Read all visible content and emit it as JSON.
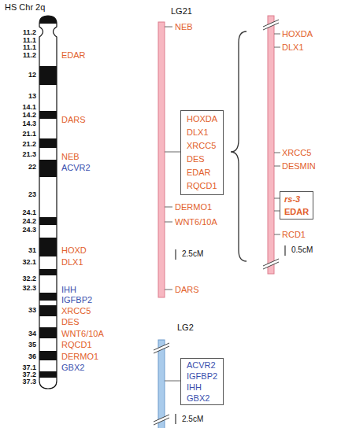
{
  "diagram": {
    "nodes": [
      {
        "text": [
          "HOXDA",
          "DLX1",
          "XRCC5",
          "DES",
          "EDAR",
          "RQCD1"
        ]
      },
      {
        "text": [
          "rs-3",
          "EDAR"
        ]
      },
      {
        "text": [
          "ACVR2",
          "IGFBP2",
          "IHH",
          "GBX2"
        ]
      }
    ],
    "labels": [
      "HS Chr 2q",
      "11.2",
      "11.1",
      "11.1",
      "11.2",
      "12",
      "13",
      "14.1",
      "14.2",
      "14.3",
      "21.1",
      "21.2",
      "21.3",
      "22",
      "23",
      "24.1",
      "24.2",
      "24.3",
      "31",
      "32.1",
      "32.2",
      "32.3",
      "33",
      "34",
      "35",
      "36",
      "37.1",
      "37.2",
      "37.3",
      "EDAR",
      "DARS",
      "NEB",
      "ACVR2",
      "HOXD",
      "DLX1",
      "IHH",
      "IGFBP2",
      "XRCC5",
      "DES",
      "WNT6/10A",
      "RQCD1",
      "DERMO1",
      "GBX2",
      "LG21",
      "NEB",
      "DERMO1",
      "WNT6/10A",
      "2.5cM",
      "DARS",
      "HOXDA",
      "DLX1",
      "XRCC5",
      "DESMIN",
      "RCD1",
      "0.5cM",
      "LG2",
      "2.5cM"
    ]
  }
}
